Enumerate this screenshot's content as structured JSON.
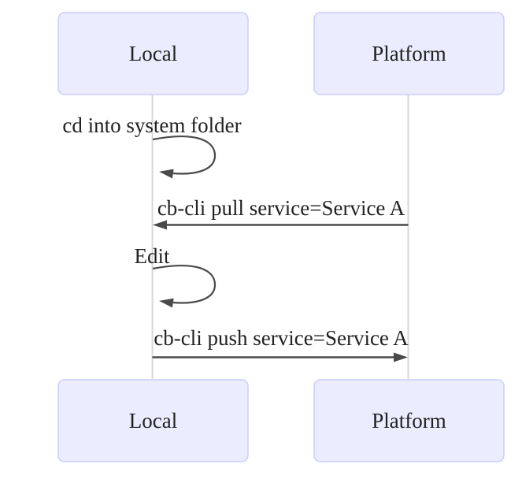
{
  "diagram": {
    "type": "sequence-diagram",
    "actors": [
      {
        "id": "local",
        "label": "Local"
      },
      {
        "id": "platform",
        "label": "Platform"
      }
    ],
    "messages": [
      {
        "index": 0,
        "kind": "self-loop",
        "from": "local",
        "to": "local",
        "label": "cd into system folder"
      },
      {
        "index": 1,
        "kind": "solid-arrow",
        "from": "platform",
        "to": "local",
        "label": "cb-cli pull service=Service A"
      },
      {
        "index": 2,
        "kind": "self-loop",
        "from": "local",
        "to": "local",
        "label": "Edit"
      },
      {
        "index": 3,
        "kind": "solid-arrow",
        "from": "local",
        "to": "platform",
        "label": "cb-cli push service=Service A"
      }
    ],
    "colors": {
      "actor_fill": "#ececff",
      "actor_border": "#ccccff",
      "lifeline": "#d7d7d7",
      "arrow": "#4a4a4a",
      "text": "#222222",
      "background": "#ffffff"
    }
  }
}
